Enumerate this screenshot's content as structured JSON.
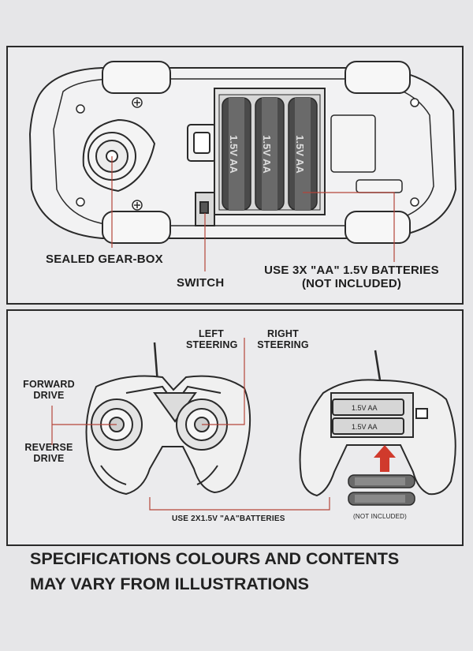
{
  "car_panel": {
    "labels": {
      "gearbox": "SEALED GEAR-BOX",
      "switch": "SWITCH",
      "batteries_line1": "USE 3X \"AA\" 1.5V BATTERIES",
      "batteries_line2": "(NOT INCLUDED)"
    },
    "battery_text": "1.5V AA"
  },
  "remote_panel": {
    "labels": {
      "left_steering_1": "LEFT",
      "left_steering_2": "STEERING",
      "right_steering_1": "RIGHT",
      "right_steering_2": "STEERING",
      "forward_drive_1": "FORWARD",
      "forward_drive_2": "DRIVE",
      "reverse_drive_1": "REVERSE",
      "reverse_drive_2": "DRIVE",
      "batteries": "USE 2X1.5V \"AA\"BATTERIES",
      "not_included": "(NOT INCLUDED)"
    },
    "battery_text": "1.5V AA"
  },
  "footer": {
    "line1": "SPECIFICATIONS COLOURS AND CONTENTS",
    "line2": "MAY VARY FROM ILLUSTRATIONS"
  },
  "colors": {
    "callout_line": "#b5453a",
    "arrow": "#d03a2c",
    "outline": "#2a2a2a"
  }
}
